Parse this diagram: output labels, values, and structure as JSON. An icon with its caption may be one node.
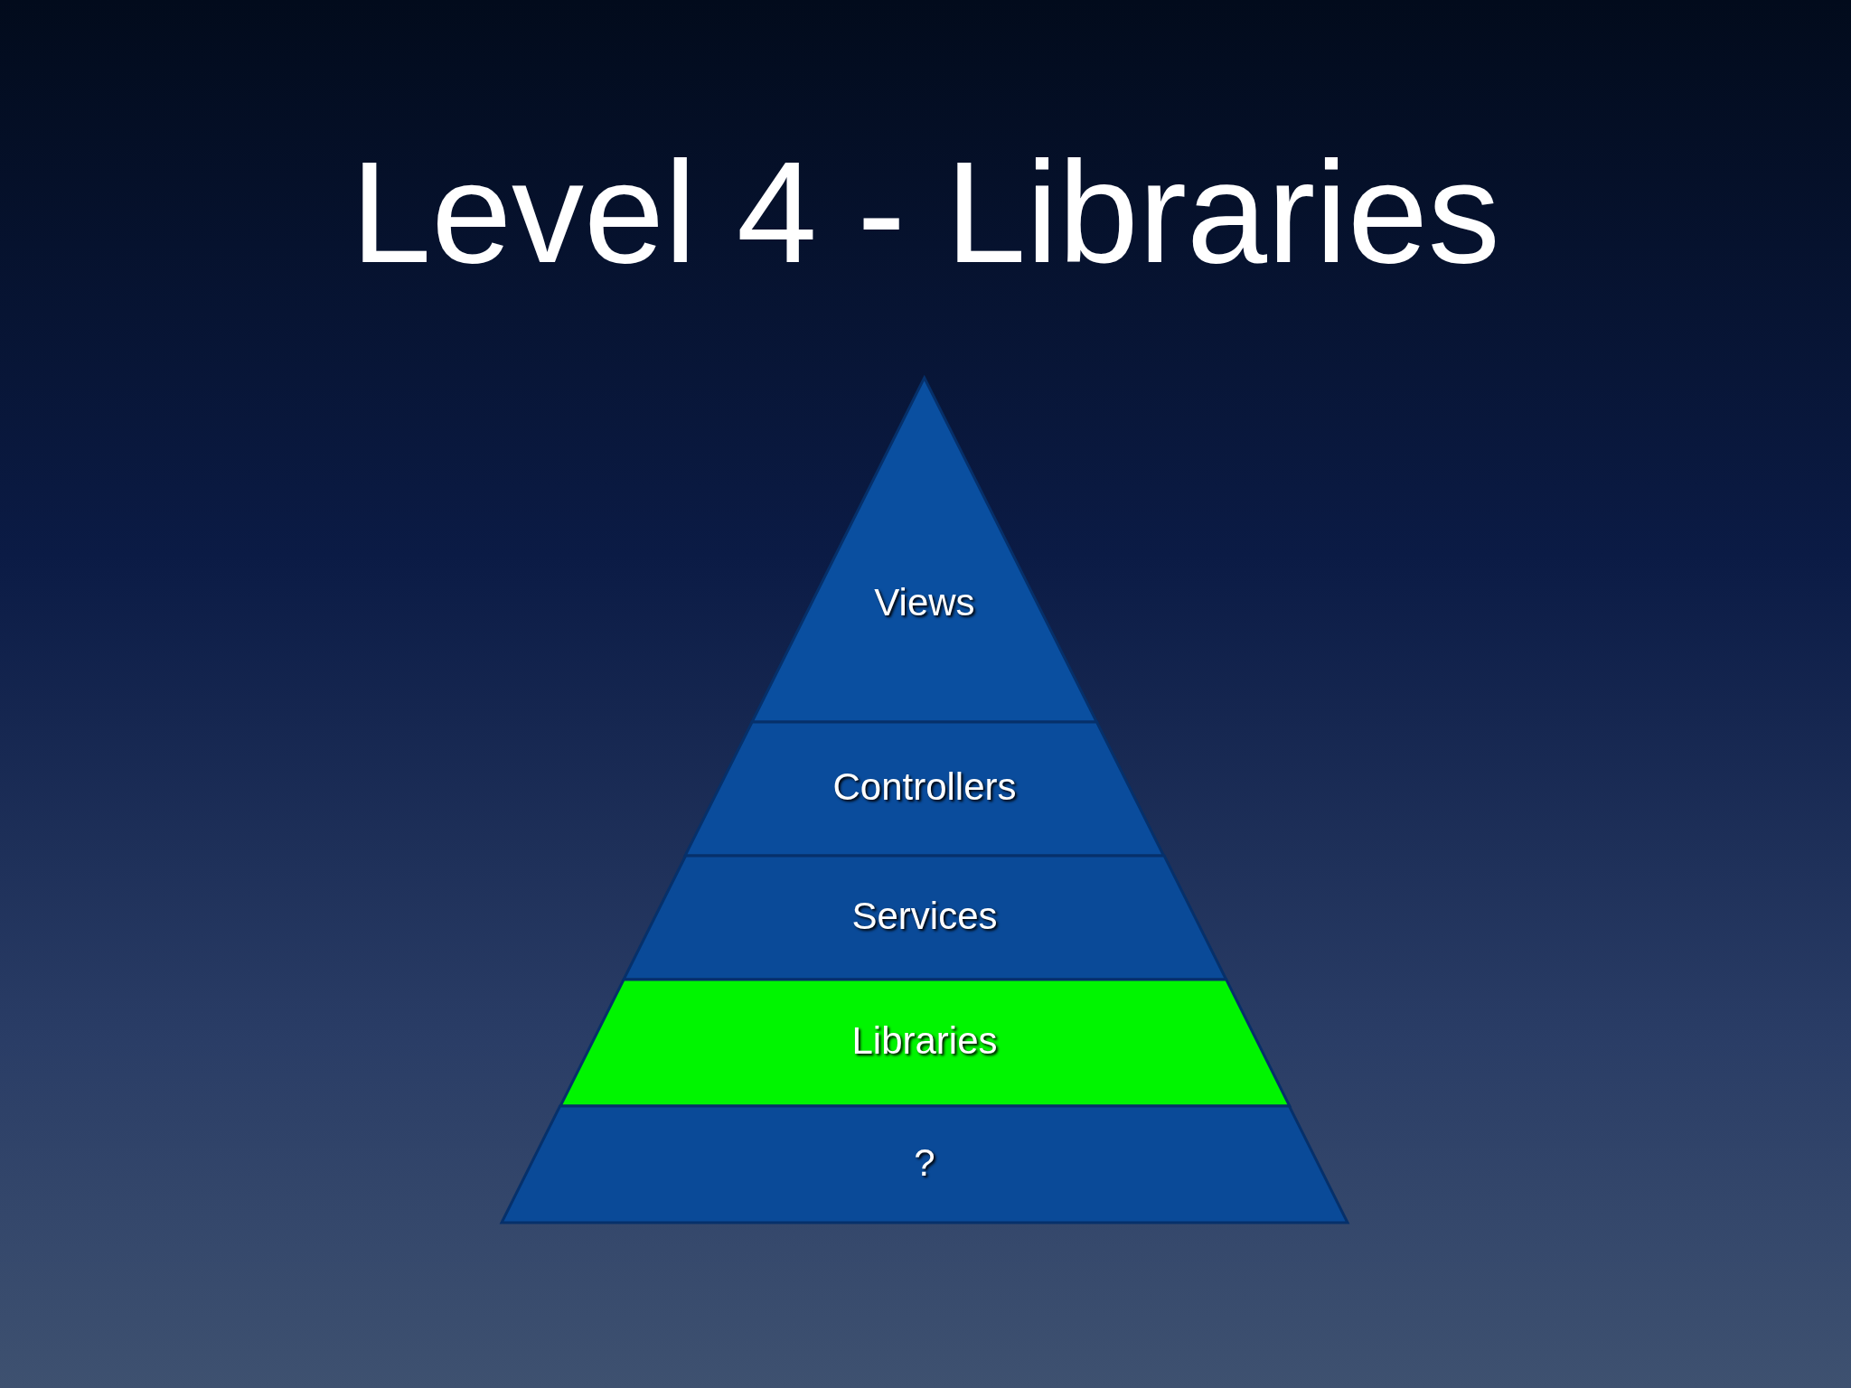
{
  "diagram": {
    "title": "Level 4 - Libraries",
    "nodes": [
      {
        "text": [
          "Views"
        ]
      },
      {
        "text": [
          "Controllers"
        ]
      },
      {
        "text": [
          "Services"
        ]
      },
      {
        "text": [
          "Libraries"
        ]
      },
      {
        "text": [
          "?"
        ]
      }
    ]
  }
}
